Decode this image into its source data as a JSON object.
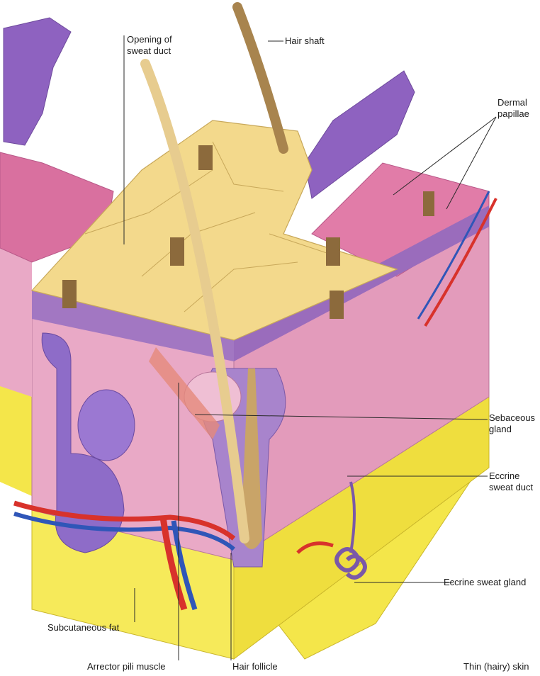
{
  "figure": {
    "caption": "Thin (hairy) skin"
  },
  "labels": {
    "opening_sweat_duct": [
      "Opening of",
      "sweat duct"
    ],
    "hair_shaft": "Hair shaft",
    "dermal_papillae": [
      "Dermal",
      "papillae"
    ],
    "sebaceous_gland": [
      "Sebaceous",
      "gland"
    ],
    "eccrine_sweat_duct": [
      "Eccrine",
      "sweat duct"
    ],
    "eccrine_sweat_gland": "Eccrine sweat gland",
    "subcutaneous_fat": "Subcutaneous fat",
    "arrector_pili_muscle": "Arrector pili muscle",
    "hair_follicle": "Hair follicle"
  },
  "colors": {
    "epidermis_top": "#f3d98c",
    "epidermis_cut": "#a277c2",
    "dermis": "#e8a6c4",
    "papillae": "#e17ca8",
    "fat": "#f4e64a",
    "hair": "#a8844e",
    "artery": "#d8322b",
    "vein": "#2f56b8",
    "gland": "#8e6cc8"
  }
}
